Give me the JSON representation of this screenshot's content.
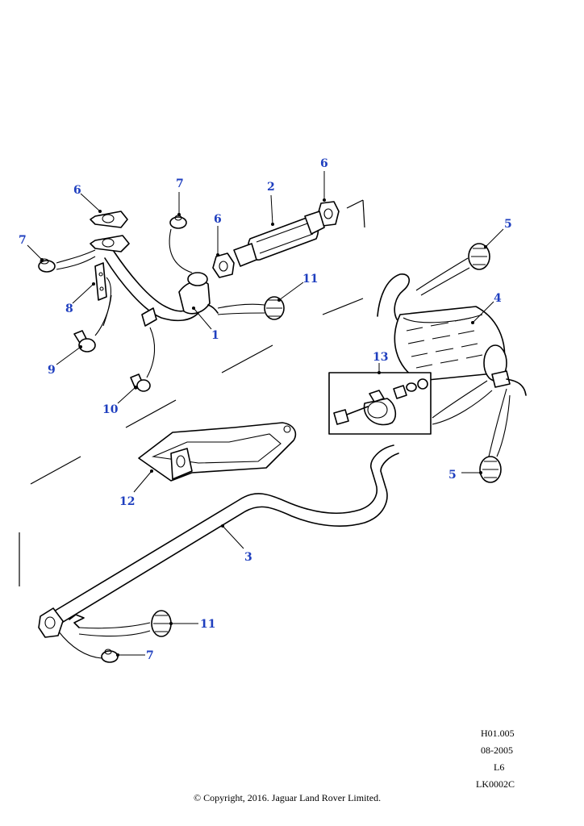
{
  "callouts": {
    "c1": "1",
    "c2": "2",
    "c3": "3",
    "c4": "4",
    "c5a": "5",
    "c5b": "5",
    "c6a": "6",
    "c6b": "6",
    "c6c": "6",
    "c7a": "7",
    "c7b": "7",
    "c7c": "7",
    "c8": "8",
    "c9": "9",
    "c10": "10",
    "c11a": "11",
    "c11b": "11",
    "c12": "12",
    "c13": "13"
  },
  "footer": {
    "ref": "H01.005",
    "date": "08-2005",
    "engine": "L6",
    "code": "LK0002C",
    "copyright": "© Copyright, 2016. Jaguar Land Rover Limited."
  },
  "colors": {
    "callout": "#1f3fbf",
    "line": "#000000",
    "background": "#ffffff"
  }
}
